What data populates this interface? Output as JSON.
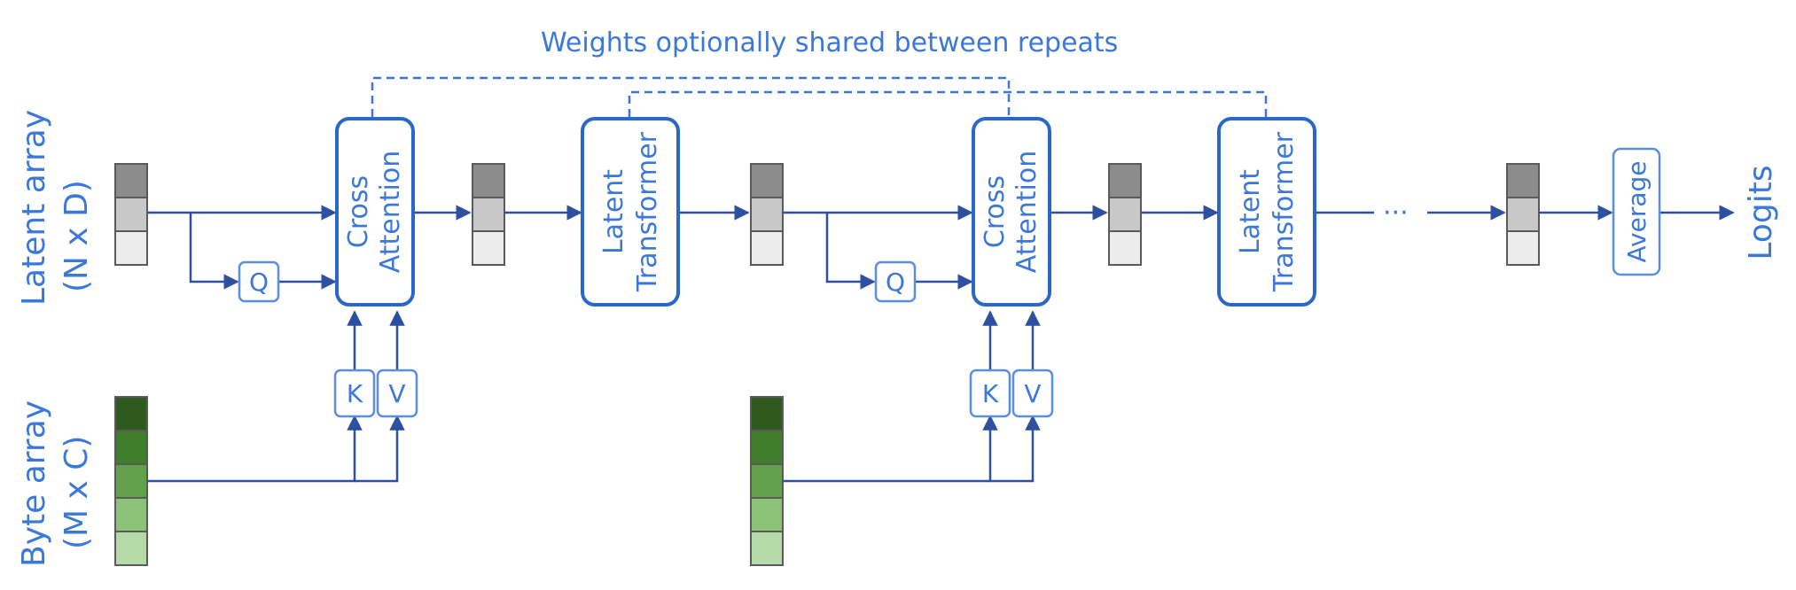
{
  "labels": {
    "top_note": "Weights optionally shared between repeats",
    "latent_array_line1": "Latent array",
    "latent_array_line2": "(N x D)",
    "byte_array_line1": "Byte array",
    "byte_array_line2": "(M x C)",
    "cross_attention_line1": "Cross",
    "cross_attention_line2": "Attention",
    "latent_transformer_line1": "Latent",
    "latent_transformer_line2": "Transformer",
    "q": "Q",
    "k": "K",
    "v": "V",
    "average": "Average",
    "logits": "Logits",
    "ellipsis": "···"
  },
  "colors": {
    "accent": "#3b78d8",
    "wire": "#2f4fa0",
    "latent_cells": [
      "#8c8c8c",
      "#c8c8c8",
      "#ececec"
    ],
    "byte_cells": [
      "#2f5a1e",
      "#3f7e2a",
      "#63a14a",
      "#8cc27a",
      "#b6dba8"
    ]
  }
}
